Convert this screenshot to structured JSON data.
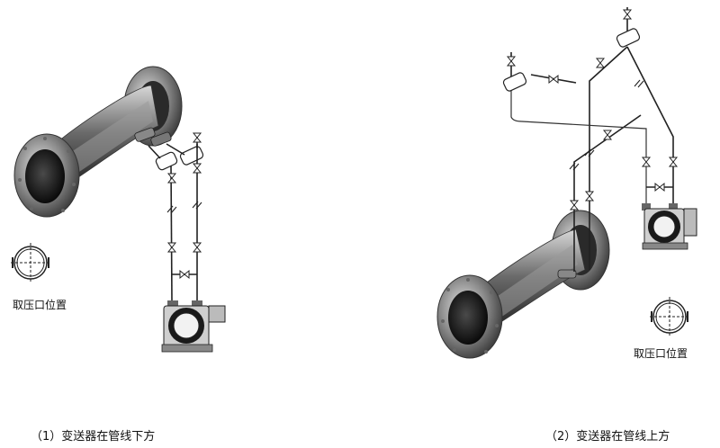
{
  "diagrams": [
    {
      "id": "below",
      "tap_label": "取压口位置",
      "caption": "（1）变送器在管线下方"
    },
    {
      "id": "above",
      "tap_label": "取压口位置",
      "caption": "（2）变送器在管线上方"
    }
  ],
  "colors": {
    "line": "#222222",
    "metal_dark": "#1a1a1a",
    "metal_light": "#bfbfbf"
  }
}
